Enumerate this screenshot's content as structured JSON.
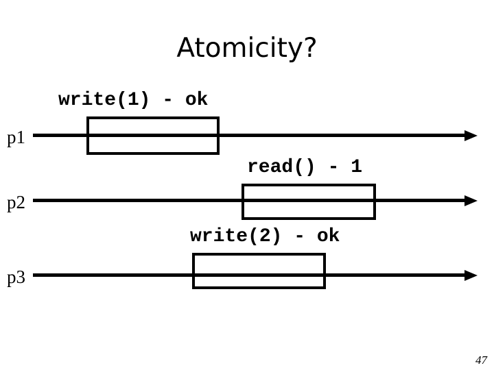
{
  "slide": {
    "title": "Atomicity?",
    "page_number": "47",
    "colors": {
      "background": "#ffffff",
      "ink": "#000000"
    },
    "processes": [
      {
        "label": "p1",
        "operation": "write(1) - ok"
      },
      {
        "label": "p2",
        "operation": "read() - 1"
      },
      {
        "label": "p3",
        "operation": "write(2) - ok"
      }
    ]
  }
}
